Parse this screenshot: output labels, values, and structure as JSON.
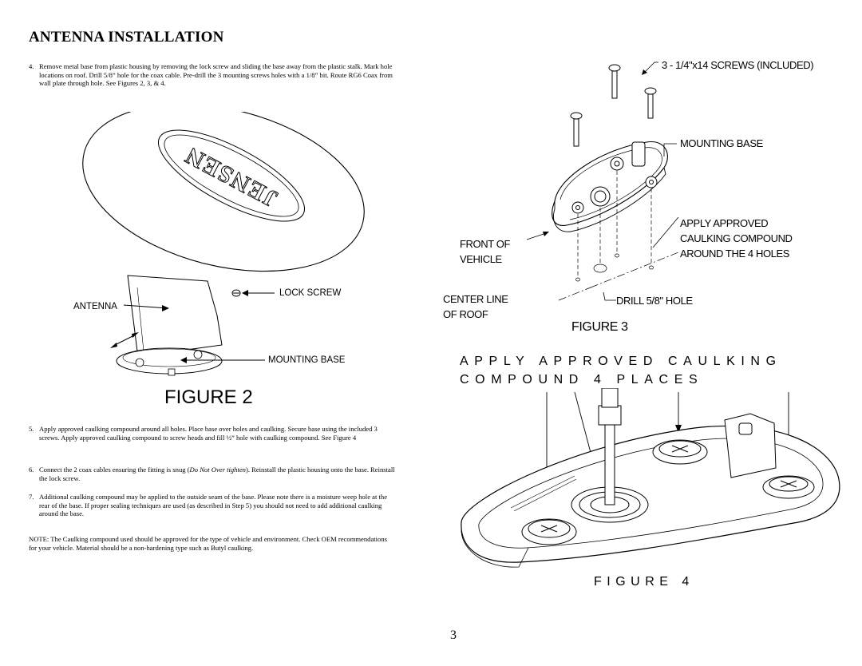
{
  "page": {
    "title": "ANTENNA INSTALLATION",
    "page_number": "3"
  },
  "steps": [
    {
      "num": "4.",
      "text": "Remove metal base from plastic housing by removing the lock screw and sliding the base away from the plastic stalk.  Mark hole locations on roof.  Drill 5/8” hole for the coax cable.  Pre-drill the 3 mounting screws holes with a 1/8” bit.  Route RG6 Coax from wall plate through hole. See Figures 2, 3, & 4."
    },
    {
      "num": "5.",
      "text": "Apply approved caulking compound around all holes.  Place base over holes and caulking.  Secure base using the included 3 screws.   Apply approved caulking compound to screw heads and fill ½” hole with caulking compound.  See Figure 4"
    },
    {
      "num": "6.",
      "text_before": "Connect the 2 coax cables ensuring the fitting is snug (",
      "text_italic": "Do Not Over tighten",
      "text_after": "). Reinstall the plastic housing onto the base.  Reinstall the lock screw."
    },
    {
      "num": "7.",
      "text": "Additional caulking compound may be applied to the outside seam of the base.  Please note there is a moisture weep hole at the rear of the base.  If proper sealing techniques are used (as described in Step 5) you should not need to add additional caulking around the base."
    }
  ],
  "note": "NOTE: The Caulking compound used should be approved for the type of vehicle and environment.  Check OEM recommendations for your vehicle.  Material should be a non-hardening type such as Butyl caulking.",
  "figure2": {
    "brand": "JENSEN",
    "label_antenna": "ANTENNA",
    "label_lock_screw": "LOCK SCREW",
    "label_mounting_base": "MOUNTING BASE",
    "caption": "FIGURE 2"
  },
  "figure3": {
    "label_screws": "3 - 1/4\"x14 SCREWS (INCLUDED)",
    "label_mounting_base": "MOUNTING BASE",
    "label_apply_1": "APPLY APPROVED",
    "label_apply_2": "CAULKING COMPOUND",
    "label_apply_3": "AROUND THE 4 HOLES",
    "label_front_1": "FRONT OF",
    "label_front_2": "VEHICLE",
    "label_center_1": "CENTER LINE",
    "label_center_2": "OF ROOF",
    "label_drill": "DRILL 5/8\" HOLE",
    "caption": "FIGURE 3"
  },
  "figure4": {
    "heading_1": "APPLY APPROVED CAULKING",
    "heading_2": "COMPOUND 4 PLACES",
    "caption": "FIGURE 4"
  }
}
